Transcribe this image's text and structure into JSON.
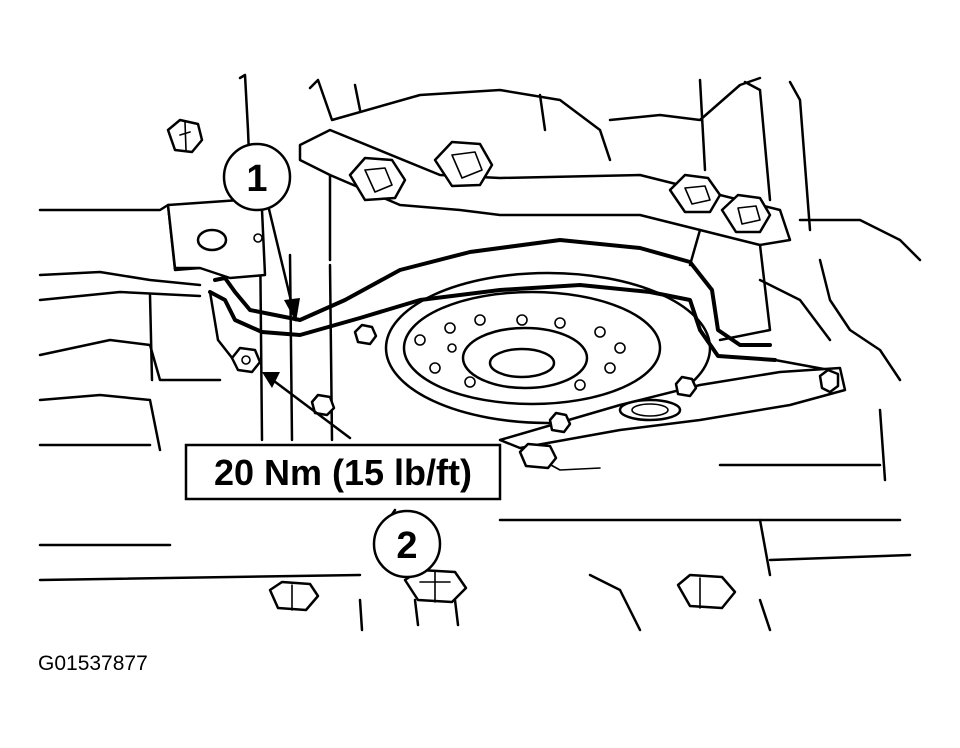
{
  "callouts": [
    {
      "label": "1"
    },
    {
      "label": "2"
    }
  ],
  "torque_spec": "20 Nm (15 lb/ft)",
  "figure_id": "G01537877",
  "colors": {
    "ink": "#000000",
    "paper": "#ffffff"
  }
}
